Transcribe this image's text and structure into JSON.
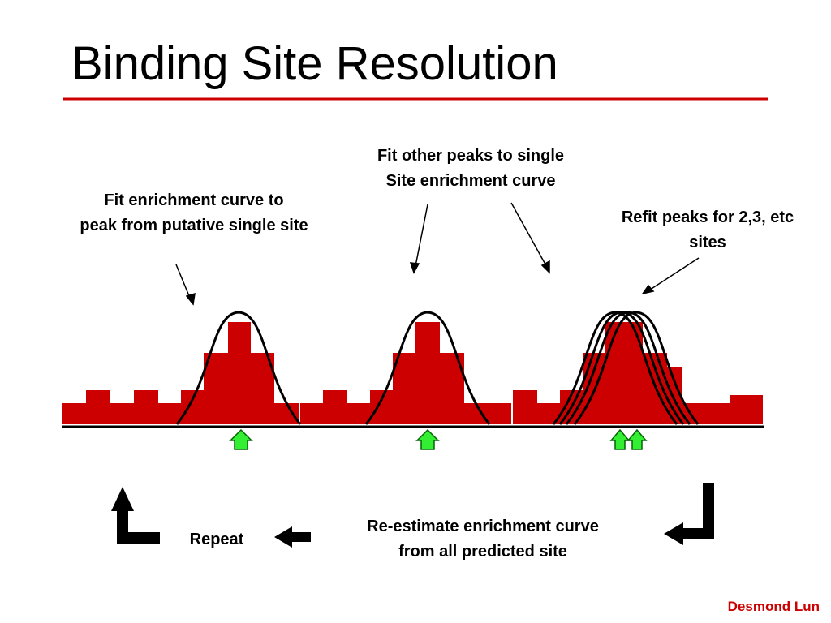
{
  "slide": {
    "title": "Binding Site Resolution",
    "author": "Desmond Lun"
  },
  "callouts": {
    "fit_single_site": [
      "Fit enrichment curve to",
      "peak from putative single site"
    ],
    "fit_other_peaks": [
      "Fit other peaks to single",
      "Site enrichment curve"
    ],
    "refit_peaks": [
      "Refit peaks for 2,3, etc",
      "sites"
    ],
    "re_estimate": [
      "Re-estimate enrichment curve",
      "from all predicted site"
    ],
    "repeat": "Repeat"
  },
  "colors": {
    "title_rule": "#cc0000",
    "histogram_fill": "#cc0000",
    "site_arrow_fill": "#33ee33",
    "site_arrow_stroke": "#006600",
    "author_text": "#cc0000",
    "curve_stroke": "#000000"
  },
  "icons": {
    "site_marker": "up-arrow-icon",
    "loop_corner_left": "corner-up-arrow-icon",
    "loop_corner_right": "corner-left-arrow-icon",
    "flow_arrow": "left-arrow-icon"
  }
}
